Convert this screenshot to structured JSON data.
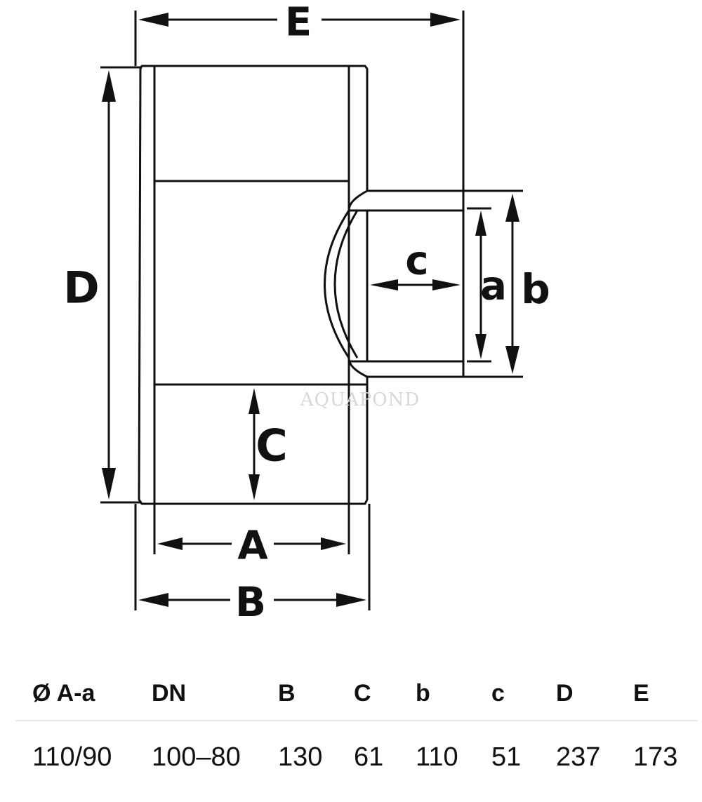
{
  "labels": {
    "A": "A",
    "B": "B",
    "C": "C",
    "D": "D",
    "E": "E",
    "a": "a",
    "b": "b",
    "c": "c"
  },
  "watermark": "AQUAPOND",
  "table": {
    "headers": [
      "Ø A-a",
      "DN",
      "B",
      "C",
      "b",
      "c",
      "D",
      "E"
    ],
    "rows": [
      [
        "110/90",
        "100–80",
        "130",
        "61",
        "110",
        "51",
        "237",
        "173"
      ]
    ]
  }
}
